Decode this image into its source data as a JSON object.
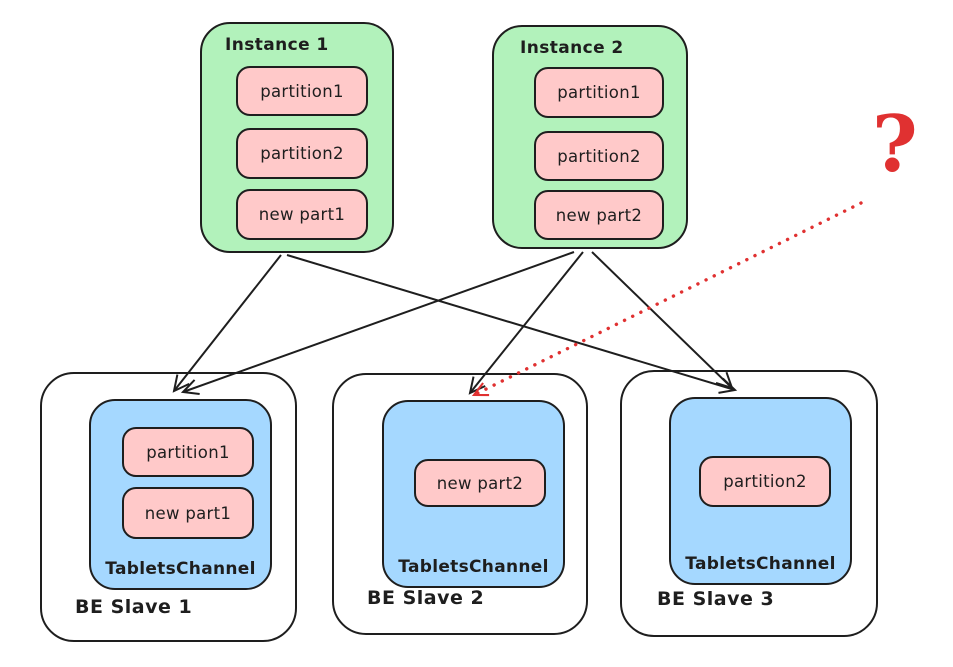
{
  "colors": {
    "ink": "#1e1e1e",
    "green": "#b2f2bb",
    "pink": "#ffc9c9",
    "blue": "#a5d8ff",
    "red": "#e03131",
    "bg": "#ffffff"
  },
  "question_mark": "?",
  "instances": [
    {
      "label": "Instance 1",
      "partitions": [
        "partition1",
        "partition2",
        "new part1"
      ]
    },
    {
      "label": "Instance 2",
      "partitions": [
        "partition1",
        "partition2",
        "new part2"
      ]
    }
  ],
  "be_slaves": [
    {
      "label": "BE Slave 1",
      "channel": "TabletsChannel",
      "partitions": [
        "partition1",
        "new part1"
      ]
    },
    {
      "label": "BE Slave 2",
      "channel": "TabletsChannel",
      "partitions": [
        "new part2"
      ]
    },
    {
      "label": "BE Slave 3",
      "channel": "TabletsChannel",
      "partitions": [
        "partition2"
      ]
    }
  ],
  "edges": [
    {
      "from": "Instance 1",
      "to": "BE Slave 1 TabletsChannel",
      "style": "solid"
    },
    {
      "from": "Instance 1",
      "to": "BE Slave 3 TabletsChannel",
      "style": "solid"
    },
    {
      "from": "Instance 2",
      "to": "BE Slave 1 TabletsChannel",
      "style": "solid"
    },
    {
      "from": "Instance 2",
      "to": "BE Slave 2 TabletsChannel",
      "style": "solid"
    },
    {
      "from": "Instance 2",
      "to": "BE Slave 3 TabletsChannel",
      "style": "solid"
    },
    {
      "from": "?",
      "to": "BE Slave 2 TabletsChannel",
      "style": "dotted-red"
    }
  ]
}
